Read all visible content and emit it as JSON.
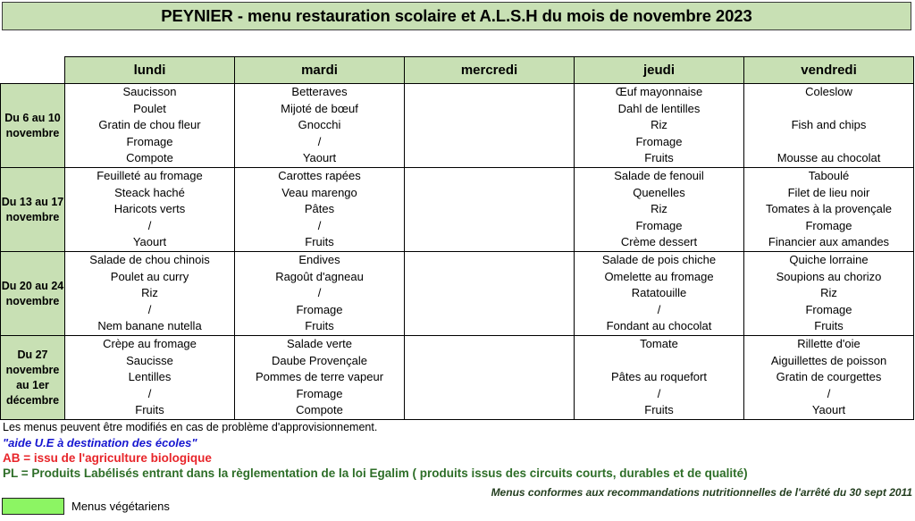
{
  "title": "PEYNIER - menu restauration scolaire et A.L.S.H du mois de novembre 2023",
  "colors": {
    "header_green": "#c8e0b4",
    "legend_green": "#8cf563",
    "note_blue": "#1616d0",
    "note_red": "#e8252a",
    "note_green": "#2e6e28"
  },
  "table": {
    "day_headers": [
      "lundi",
      "mardi",
      "mercredi",
      "jeudi",
      "vendredi"
    ],
    "rows": [
      {
        "week_label": "Du 6 au 10 novembre",
        "cells": [
          [
            "Saucisson",
            "Poulet",
            "Gratin de chou fleur",
            "Fromage",
            "Compote"
          ],
          [
            "Betteraves",
            "Mijoté de bœuf",
            "Gnocchi",
            "/",
            "Yaourt"
          ],
          [],
          [
            "Œuf mayonnaise",
            "Dahl de lentilles",
            "Riz",
            "Fromage",
            "Fruits"
          ],
          [
            "Coleslow",
            "",
            "Fish and chips",
            "",
            "Mousse au chocolat"
          ]
        ]
      },
      {
        "week_label": "Du 13 au 17 novembre",
        "cells": [
          [
            "Feuilleté au fromage",
            "Steack haché",
            "Haricots verts",
            "/",
            "Yaourt"
          ],
          [
            "Carottes rapées",
            "Veau marengo",
            "Pâtes",
            "/",
            "Fruits"
          ],
          [],
          [
            "Salade de fenouil",
            "Quenelles",
            "Riz",
            "Fromage",
            "Crème dessert"
          ],
          [
            "Taboulé",
            "Filet de lieu noir",
            "Tomates à la provençale",
            "Fromage",
            "Financier aux amandes"
          ]
        ]
      },
      {
        "week_label": "Du 20 au 24 novembre",
        "cells": [
          [
            "Salade de chou chinois",
            "Poulet au curry",
            "Riz",
            "/",
            "Nem banane nutella"
          ],
          [
            "Endives",
            "Ragoût d'agneau",
            "/",
            "Fromage",
            "Fruits"
          ],
          [],
          [
            "Salade de pois chiche",
            "Omelette au fromage",
            "Ratatouille",
            "/",
            "Fondant au chocolat"
          ],
          [
            "Quiche lorraine",
            "Soupions au chorizo",
            "Riz",
            "Fromage",
            "Fruits"
          ]
        ]
      },
      {
        "week_label": "Du 27 novembre au 1er décembre",
        "cells": [
          [
            "Crèpe au fromage",
            "Saucisse",
            "Lentilles",
            "/",
            "Fruits"
          ],
          [
            "Salade verte",
            "Daube Provençale",
            "Pommes de terre vapeur",
            "Fromage",
            "Compote"
          ],
          [],
          [
            "Tomate",
            "",
            "Pâtes au roquefort",
            "/",
            "Fruits"
          ],
          [
            "Rillette d'oie",
            "Aiguillettes de poisson",
            "Gratin de courgettes",
            "/",
            "Yaourt"
          ]
        ]
      }
    ]
  },
  "notes": {
    "line1": "Les menus peuvent être modifiés en cas de problème d'approvisionnement.",
    "line2": "\"aide U.E à destination des écoles\"",
    "line3": "AB = issu de l'agriculture biologique",
    "line4": "PL = Produits Labélisés entrant dans la règlementation de la loi Egalim ( produits issus des circuits courts, durables et de qualité)",
    "line5": "Menus conformes aux recommandations nutritionnelles de l'arrêté du 30 sept 2011"
  },
  "legend": {
    "label": "Menus végétariens"
  }
}
